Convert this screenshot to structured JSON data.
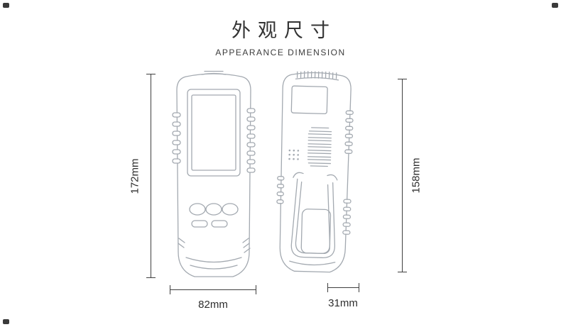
{
  "title": "外观尺寸",
  "subtitle": "APPEARANCE DIMENSION",
  "dimensions": {
    "front_height": "172mm",
    "front_width": "82mm",
    "back_height": "158mm",
    "back_depth": "31mm"
  },
  "views": {
    "front": "device-front-view",
    "back": "device-back-view"
  },
  "colors": {
    "background": "#ffffff",
    "line_art": "#a3a9b0",
    "dimension_line": "#3f3f3f",
    "text": "#333333"
  }
}
